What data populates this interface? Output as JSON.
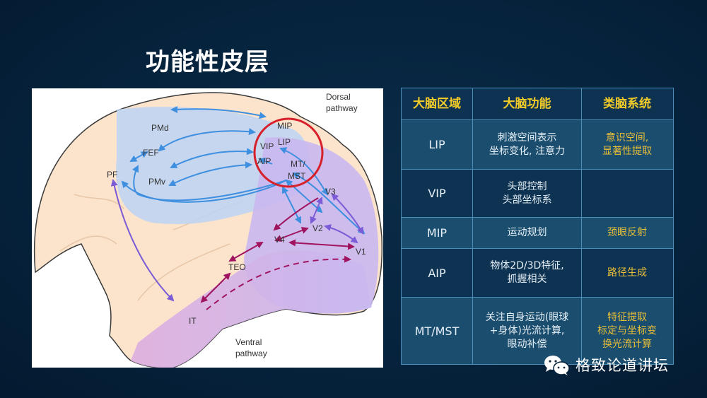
{
  "slide": {
    "title": "功能性皮层"
  },
  "figure": {
    "labels": {
      "dorsal": [
        "Dorsal",
        "pathway"
      ],
      "ventral": [
        "Ventral",
        "pathway"
      ],
      "pmd": "PMd",
      "fef": "FEF",
      "pf": "PF",
      "pmv": "PMv",
      "mip": "MIP",
      "lip": "LIP",
      "vip": "VIP",
      "aip": "AIP",
      "mt": "MT/",
      "mst": "MST",
      "v3": "V3",
      "v2": "V2",
      "v4": "V4",
      "v1": "V1",
      "teo": "TEO",
      "it": "IT"
    },
    "colors": {
      "cortex": "#fbe3cc",
      "dorsal_region": "#bcd3f5",
      "ventral_region": "#d9b8e8",
      "occipital_region": "#c9b8f0",
      "dorsal_arrow": "#3e8fe0",
      "ventral_arrow": "#a0135f",
      "v_arrow": "#7b5bd6",
      "highlight_circle": "#d8202a"
    }
  },
  "table": {
    "headers": [
      "大脑区域",
      "大脑功能",
      "类脑系统"
    ],
    "rows": [
      {
        "area": "LIP",
        "function": [
          "刺激空间表示",
          "坐标变化, 注意力"
        ],
        "system": [
          "意识空间,",
          "显著性提取"
        ]
      },
      {
        "area": "VIP",
        "function": [
          "头部控制",
          "头部坐标系"
        ],
        "system": []
      },
      {
        "area": "MIP",
        "function": [
          "运动规划"
        ],
        "system": [
          "颈眼反射"
        ]
      },
      {
        "area": "AIP",
        "function": [
          "物体2D/3D特征,",
          "抓握相关"
        ],
        "system": [
          "路径生成"
        ]
      },
      {
        "area": "MT/MST",
        "function": [
          "关注自身运动(眼球",
          "+身体)光流计算,",
          "眼动补偿"
        ],
        "system": [
          "特征提取",
          "标定与坐标变",
          "换光流计算"
        ]
      }
    ],
    "colors": {
      "border": "#4a8fb8",
      "header_text": "#f4cc2a",
      "system_text": "#e9bf37",
      "body_text": "#e6f0f7"
    }
  },
  "watermark": {
    "icon": "wechat-icon",
    "text": "格致论道讲坛"
  }
}
